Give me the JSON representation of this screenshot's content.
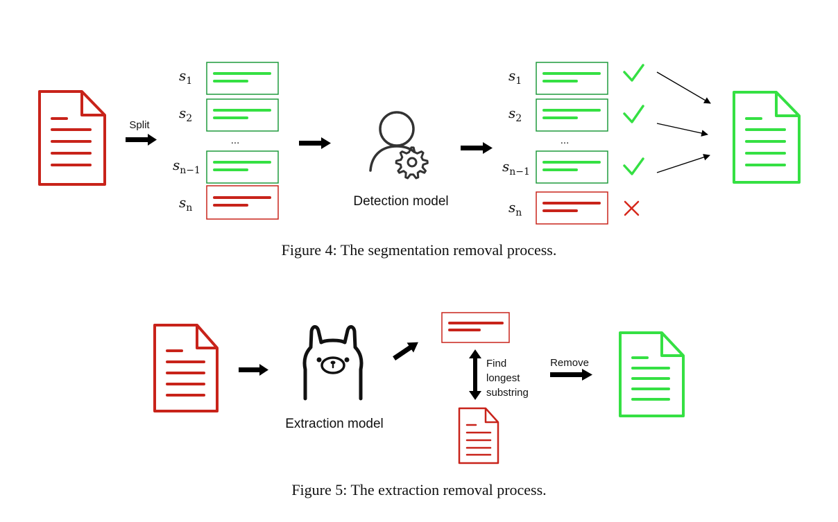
{
  "colors": {
    "red": "#c8231a",
    "green": "#2ec940",
    "bright_green": "#35e043",
    "box_green": "#1e9a3c",
    "box_red": "#c8231a",
    "gray": "#333333",
    "black": "#000000"
  },
  "figure4": {
    "split_label": "Split",
    "segments_left": [
      {
        "base": "s",
        "sub": "1",
        "status": "clean"
      },
      {
        "base": "s",
        "sub": "2",
        "status": "clean"
      },
      {
        "base": "s",
        "sub": "n−1",
        "status": "clean"
      },
      {
        "base": "s",
        "sub": "n",
        "status": "contaminated"
      }
    ],
    "ellipsis": "...",
    "detector_label": "Detection model",
    "segments_right": [
      {
        "base": "s",
        "sub": "1",
        "status": "clean",
        "mark": "check"
      },
      {
        "base": "s",
        "sub": "2",
        "status": "clean",
        "mark": "check"
      },
      {
        "base": "s",
        "sub": "n−1",
        "status": "clean",
        "mark": "check"
      },
      {
        "base": "s",
        "sub": "n",
        "status": "contaminated",
        "mark": "cross"
      }
    ],
    "caption": "Figure 4: The segmentation removal process."
  },
  "figure5": {
    "extractor_label": "Extraction model",
    "find_label_lines": [
      "Find",
      "longest",
      "substring"
    ],
    "remove_label": "Remove",
    "caption": "Figure 5: The extraction removal process."
  }
}
